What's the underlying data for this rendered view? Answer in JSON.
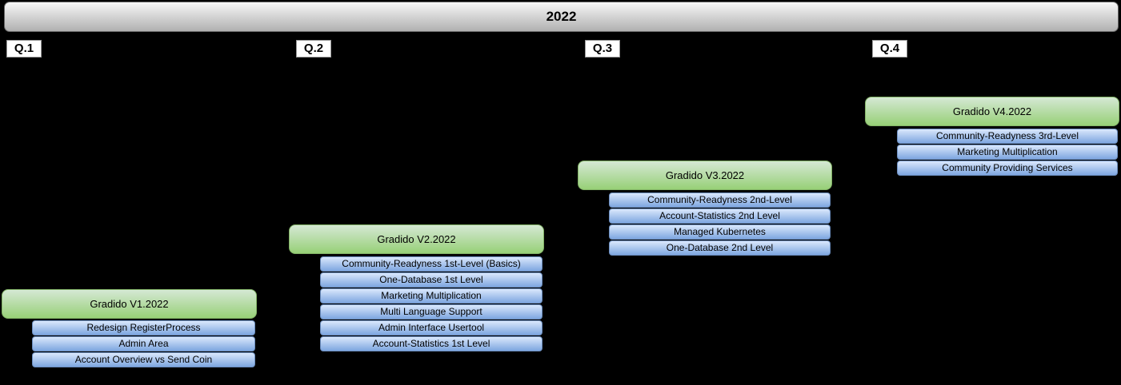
{
  "title": "2022",
  "quarters": [
    {
      "label": "Q.1",
      "version": "Gradido V1.2022",
      "items": [
        "Redesign RegisterProcess",
        "Admin Area",
        "Account Overview vs Send Coin"
      ]
    },
    {
      "label": "Q.2",
      "version": "Gradido V2.2022",
      "items": [
        "Community-Readyness 1st-Level (Basics)",
        "One-Database 1st Level",
        "Marketing Multiplication",
        "Multi Language Support",
        "Admin Interface Usertool",
        "Account-Statistics 1st Level"
      ]
    },
    {
      "label": "Q.3",
      "version": "Gradido V3.2022",
      "items": [
        "Community-Readyness 2nd-Level",
        "Account-Statistics 2nd Level",
        "Managed Kubernetes",
        "One-Database 2nd Level"
      ]
    },
    {
      "label": "Q.4",
      "version": "Gradido V4.2022",
      "items": [
        "Community-Readyness 3rd-Level",
        "Marketing Multiplication",
        "Community Providing Services"
      ]
    }
  ],
  "colors": {
    "background": "#000000",
    "year_bar_top": "#f7f7f7",
    "year_bar_bottom": "#b0b0b0",
    "year_bar_border": "#666666",
    "version_fill_top": "#d5e8d4",
    "version_fill_bottom": "#97d077",
    "version_border": "#82b366",
    "item_fill_top": "#dae8fc",
    "item_fill_bottom": "#7ea6e0",
    "item_border": "#6c8ebf",
    "quarter_label_bg": "#ffffff",
    "quarter_label_border": "#999999"
  }
}
